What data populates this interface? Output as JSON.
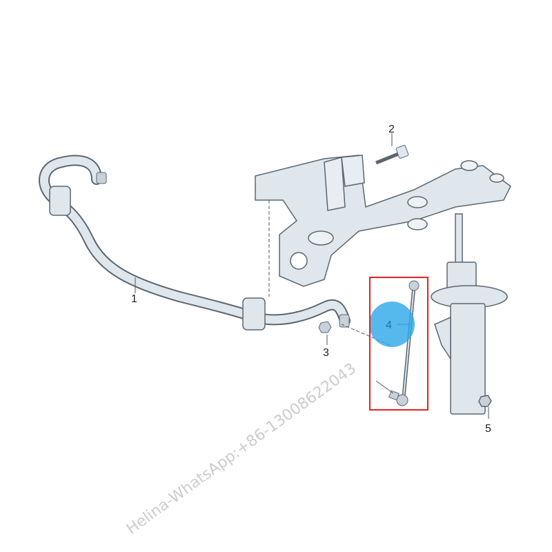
{
  "diagram": {
    "callouts": [
      {
        "number": "1",
        "part": "stabilizer-bar"
      },
      {
        "number": "2",
        "part": "bolt"
      },
      {
        "number": "3",
        "part": "nut"
      },
      {
        "number": "4",
        "part": "coupling-rod"
      },
      {
        "number": "5",
        "part": "nut"
      }
    ],
    "highlighted_part": "4",
    "colors": {
      "part_fill": "#dfe6ec",
      "part_stroke": "#5b6670",
      "highlight_box": "#e8201c",
      "marker": "#2aa8e8"
    }
  },
  "watermark": "Helina-WhatsApp:+86-13008622043"
}
